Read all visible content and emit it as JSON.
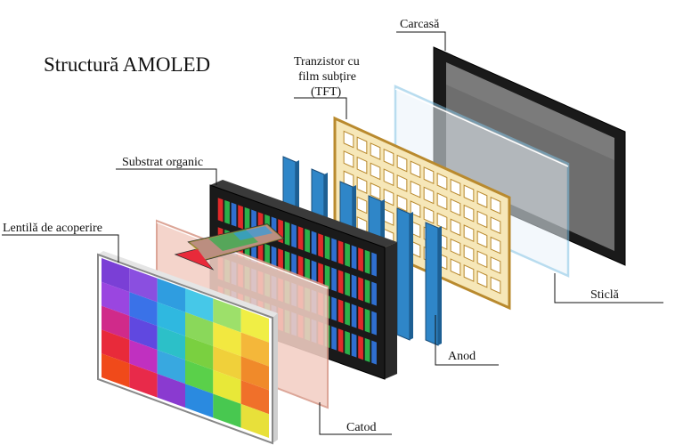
{
  "title": "Structură AMOLED",
  "labels": {
    "carcasa": "Carcasă",
    "tft_line1": "Tranzistor cu",
    "tft_line2": "film subțire",
    "tft_line3": "(TFT)",
    "substrat": "Substrat organic",
    "lentila": "Lentilă de acoperire",
    "sticla": "Sticlă",
    "anod": "Anod",
    "catod": "Catod"
  },
  "colors": {
    "frame": "#1a1a1a",
    "screen": "#6e6e6e",
    "glass": "#eaf4fa",
    "glass_edge": "#7fc1e3",
    "tft_fill": "#f6e7b8",
    "tft_edge": "#b98a2e",
    "anode": "#2f86c8",
    "cathode": "#f3cfc4",
    "subpixel_red": "#e02a2a",
    "subpixel_green": "#2bb04a",
    "subpixel_blue": "#2f6fd0"
  },
  "cover_grid": [
    [
      "#7a3fd6",
      "#8a4fe0",
      "#2f9de0",
      "#46c8e8",
      "#9de06a",
      "#f0ee45"
    ],
    [
      "#9a46e0",
      "#3a72e8",
      "#2fb8e0",
      "#8ad85a",
      "#f2e840",
      "#f4b73a"
    ],
    [
      "#d02a8a",
      "#6048e0",
      "#2cc0c8",
      "#7ad040",
      "#f0d03a",
      "#f08a2a"
    ],
    [
      "#e82a3a",
      "#c030c0",
      "#38a8e0",
      "#5ad04a",
      "#e8e838",
      "#f0702a"
    ],
    [
      "#f04a1a",
      "#e82a4a",
      "#8a3ad0",
      "#2a8ae0",
      "#48c850",
      "#e8e03a"
    ]
  ]
}
